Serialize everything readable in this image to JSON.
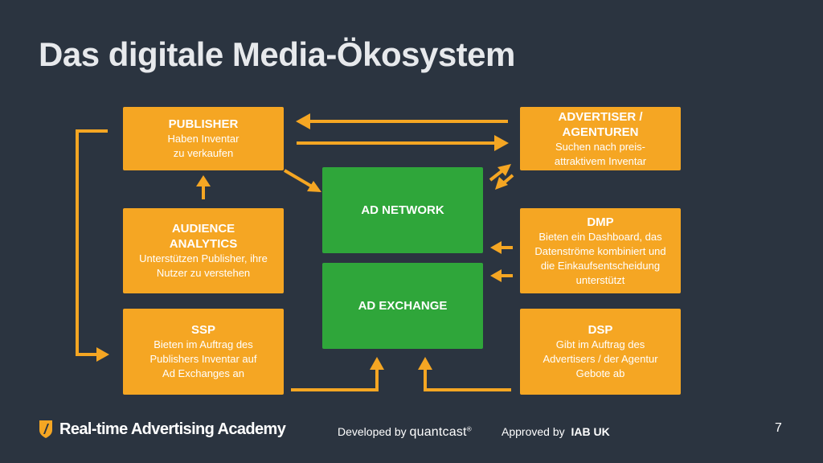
{
  "title": "Das digitale Media-Ökosystem",
  "colors": {
    "background": "#2b3440",
    "box": "#f5a623",
    "green": "#2fa63a",
    "arrow": "#f5a623"
  },
  "boxes": {
    "publisher": {
      "title": "PUBLISHER",
      "desc": [
        "Haben Inventar",
        "zu verkaufen"
      ]
    },
    "advertiser": {
      "title": [
        "ADVERTISER /",
        "AGENTUREN"
      ],
      "desc": [
        "Suchen nach preis-",
        "attraktivem Inventar"
      ]
    },
    "audience": {
      "title": [
        "AUDIENCE",
        "ANALYTICS"
      ],
      "desc": [
        "Unterstützen Publisher, ihre",
        "Nutzer zu verstehen"
      ]
    },
    "dmp": {
      "title": "DMP",
      "desc": [
        "Bieten ein Dashboard, das",
        "Datenströme kombiniert und",
        "die Einkaufsentscheidung",
        "unterstützt"
      ]
    },
    "ssp": {
      "title": "SSP",
      "desc": [
        "Bieten im Auftrag des",
        "Publishers Inventar auf",
        "Ad Exchanges an"
      ]
    },
    "dsp": {
      "title": "DSP",
      "desc": [
        "Gibt im Auftrag des",
        "Advertisers / der Agentur",
        "Gebote ab"
      ]
    },
    "ad_network": {
      "title": "AD NETWORK"
    },
    "ad_exchange": {
      "title": "AD EXCHANGE"
    }
  },
  "footer": {
    "brand": "Real-time Advertising Academy",
    "developed_prefix": "Developed by",
    "developed_brand": "quantcast",
    "developed_mark": "®",
    "approved_prefix": "Approved by",
    "approved_brand": "IAB UK",
    "page_number": "7"
  }
}
